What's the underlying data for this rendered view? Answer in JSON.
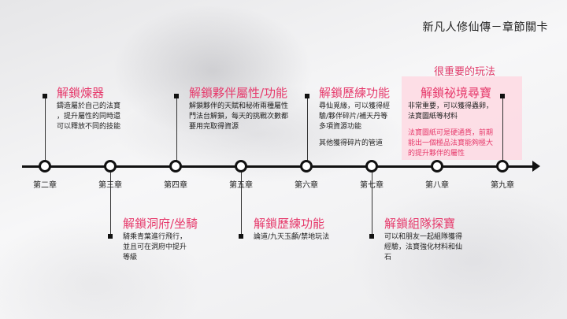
{
  "title": "新凡人修仙傳－章節關卡",
  "hint": "很重要的玩法",
  "chapters": [
    "第二章",
    "第三章",
    "第四章",
    "第五章",
    "第六章",
    "第七章",
    "第八章",
    "第九章"
  ],
  "upper": [
    {
      "heading": "解鎖煉器",
      "lines": [
        "鑄造屬於自己的法寶",
        "，提升屬性的同時還",
        "可以釋放不同的技能"
      ]
    },
    {
      "heading": "解鎖夥伴屬性/功能",
      "lines": [
        "解鎖夥伴的天賦和秘術兩種屬性",
        "門法台解鎖，每天的挑戰次數都",
        "要用完取得資源"
      ]
    },
    {
      "heading": "解鎖歷練功能",
      "lines": [
        "尋仙覓緣，可以獲得經",
        "驗/夥伴碎片/補天丹等",
        "多項資源功能",
        "",
        "其他獲得碎片的管道"
      ]
    },
    {
      "heading": "解鎖祕境尋寶",
      "lines": [
        "非常重要，可以獲得蟲卵，",
        "法寶圖紙等材料"
      ],
      "pink_lines": [
        "法寶圖紙可是硬通貨，前期",
        "能出一個極品法寶能夠極大",
        "的提升夥伴的屬性"
      ]
    }
  ],
  "lower": [
    {
      "heading": "解鎖洞府/坐騎",
      "lines": [
        "騎乘青葉進行飛行，",
        "並且可在洞府中提升",
        "等級"
      ]
    },
    {
      "heading": "解鎖歷練功能",
      "lines": [
        "論道/九天玉顱/禁地玩法"
      ]
    },
    {
      "heading": "解鎖組隊探寶",
      "lines": [
        "可以和朋友一起組隊獲得",
        "經驗，法寶強化材料和仙",
        "石"
      ]
    }
  ]
}
